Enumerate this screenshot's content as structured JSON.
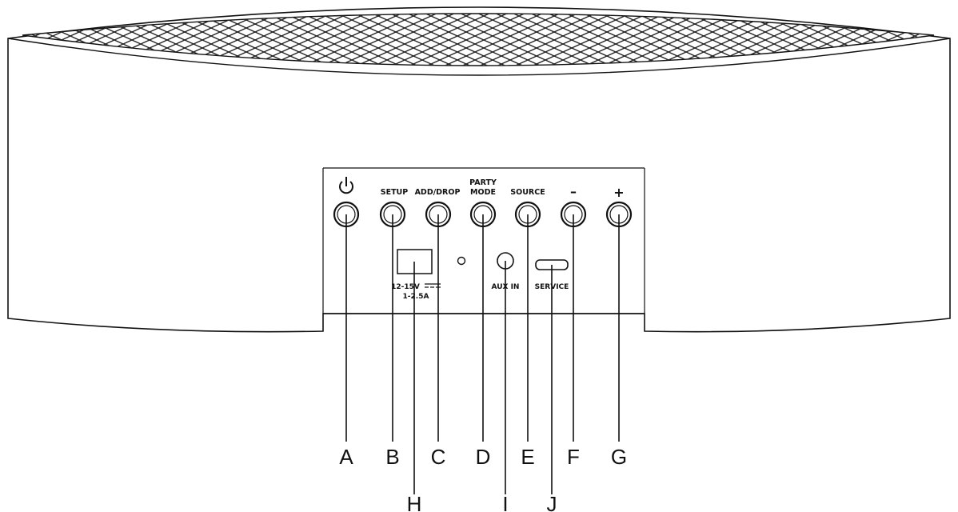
{
  "panel": {
    "power_symbol": "power-icon",
    "buttons": [
      {
        "id": "A",
        "label": ""
      },
      {
        "id": "B",
        "label": "SETUP"
      },
      {
        "id": "C",
        "label": "ADD/DROP"
      },
      {
        "id": "D",
        "label_line1": "PARTY",
        "label_line2": "MODE"
      },
      {
        "id": "E",
        "label": "SOURCE"
      },
      {
        "id": "F",
        "label": "–"
      },
      {
        "id": "G",
        "label": "+"
      }
    ],
    "power_input": {
      "line1": "12-15V",
      "line2": "1-2.5A"
    },
    "aux_label": "AUX IN",
    "service_label": "SERVICE"
  },
  "callouts": [
    "A",
    "B",
    "C",
    "D",
    "E",
    "F",
    "G",
    "H",
    "I",
    "J"
  ],
  "colors": {
    "line": "#111111",
    "background": "#ffffff"
  }
}
